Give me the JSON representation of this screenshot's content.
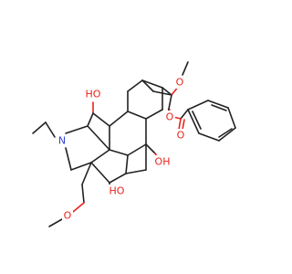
{
  "colors": {
    "background": "#ffffff",
    "carbon_bond": "#222222",
    "oxygen": "#e8241c",
    "nitrogen": "#2a43d6"
  },
  "labels": {
    "oh_top": "HO",
    "oh_right": "OH",
    "oh_bottom": "HO",
    "nitrogen": "N",
    "methoxy_top_o": "O",
    "ester_o": "O",
    "carbonyl_o": "O",
    "methoxymethyl_o": "O"
  }
}
